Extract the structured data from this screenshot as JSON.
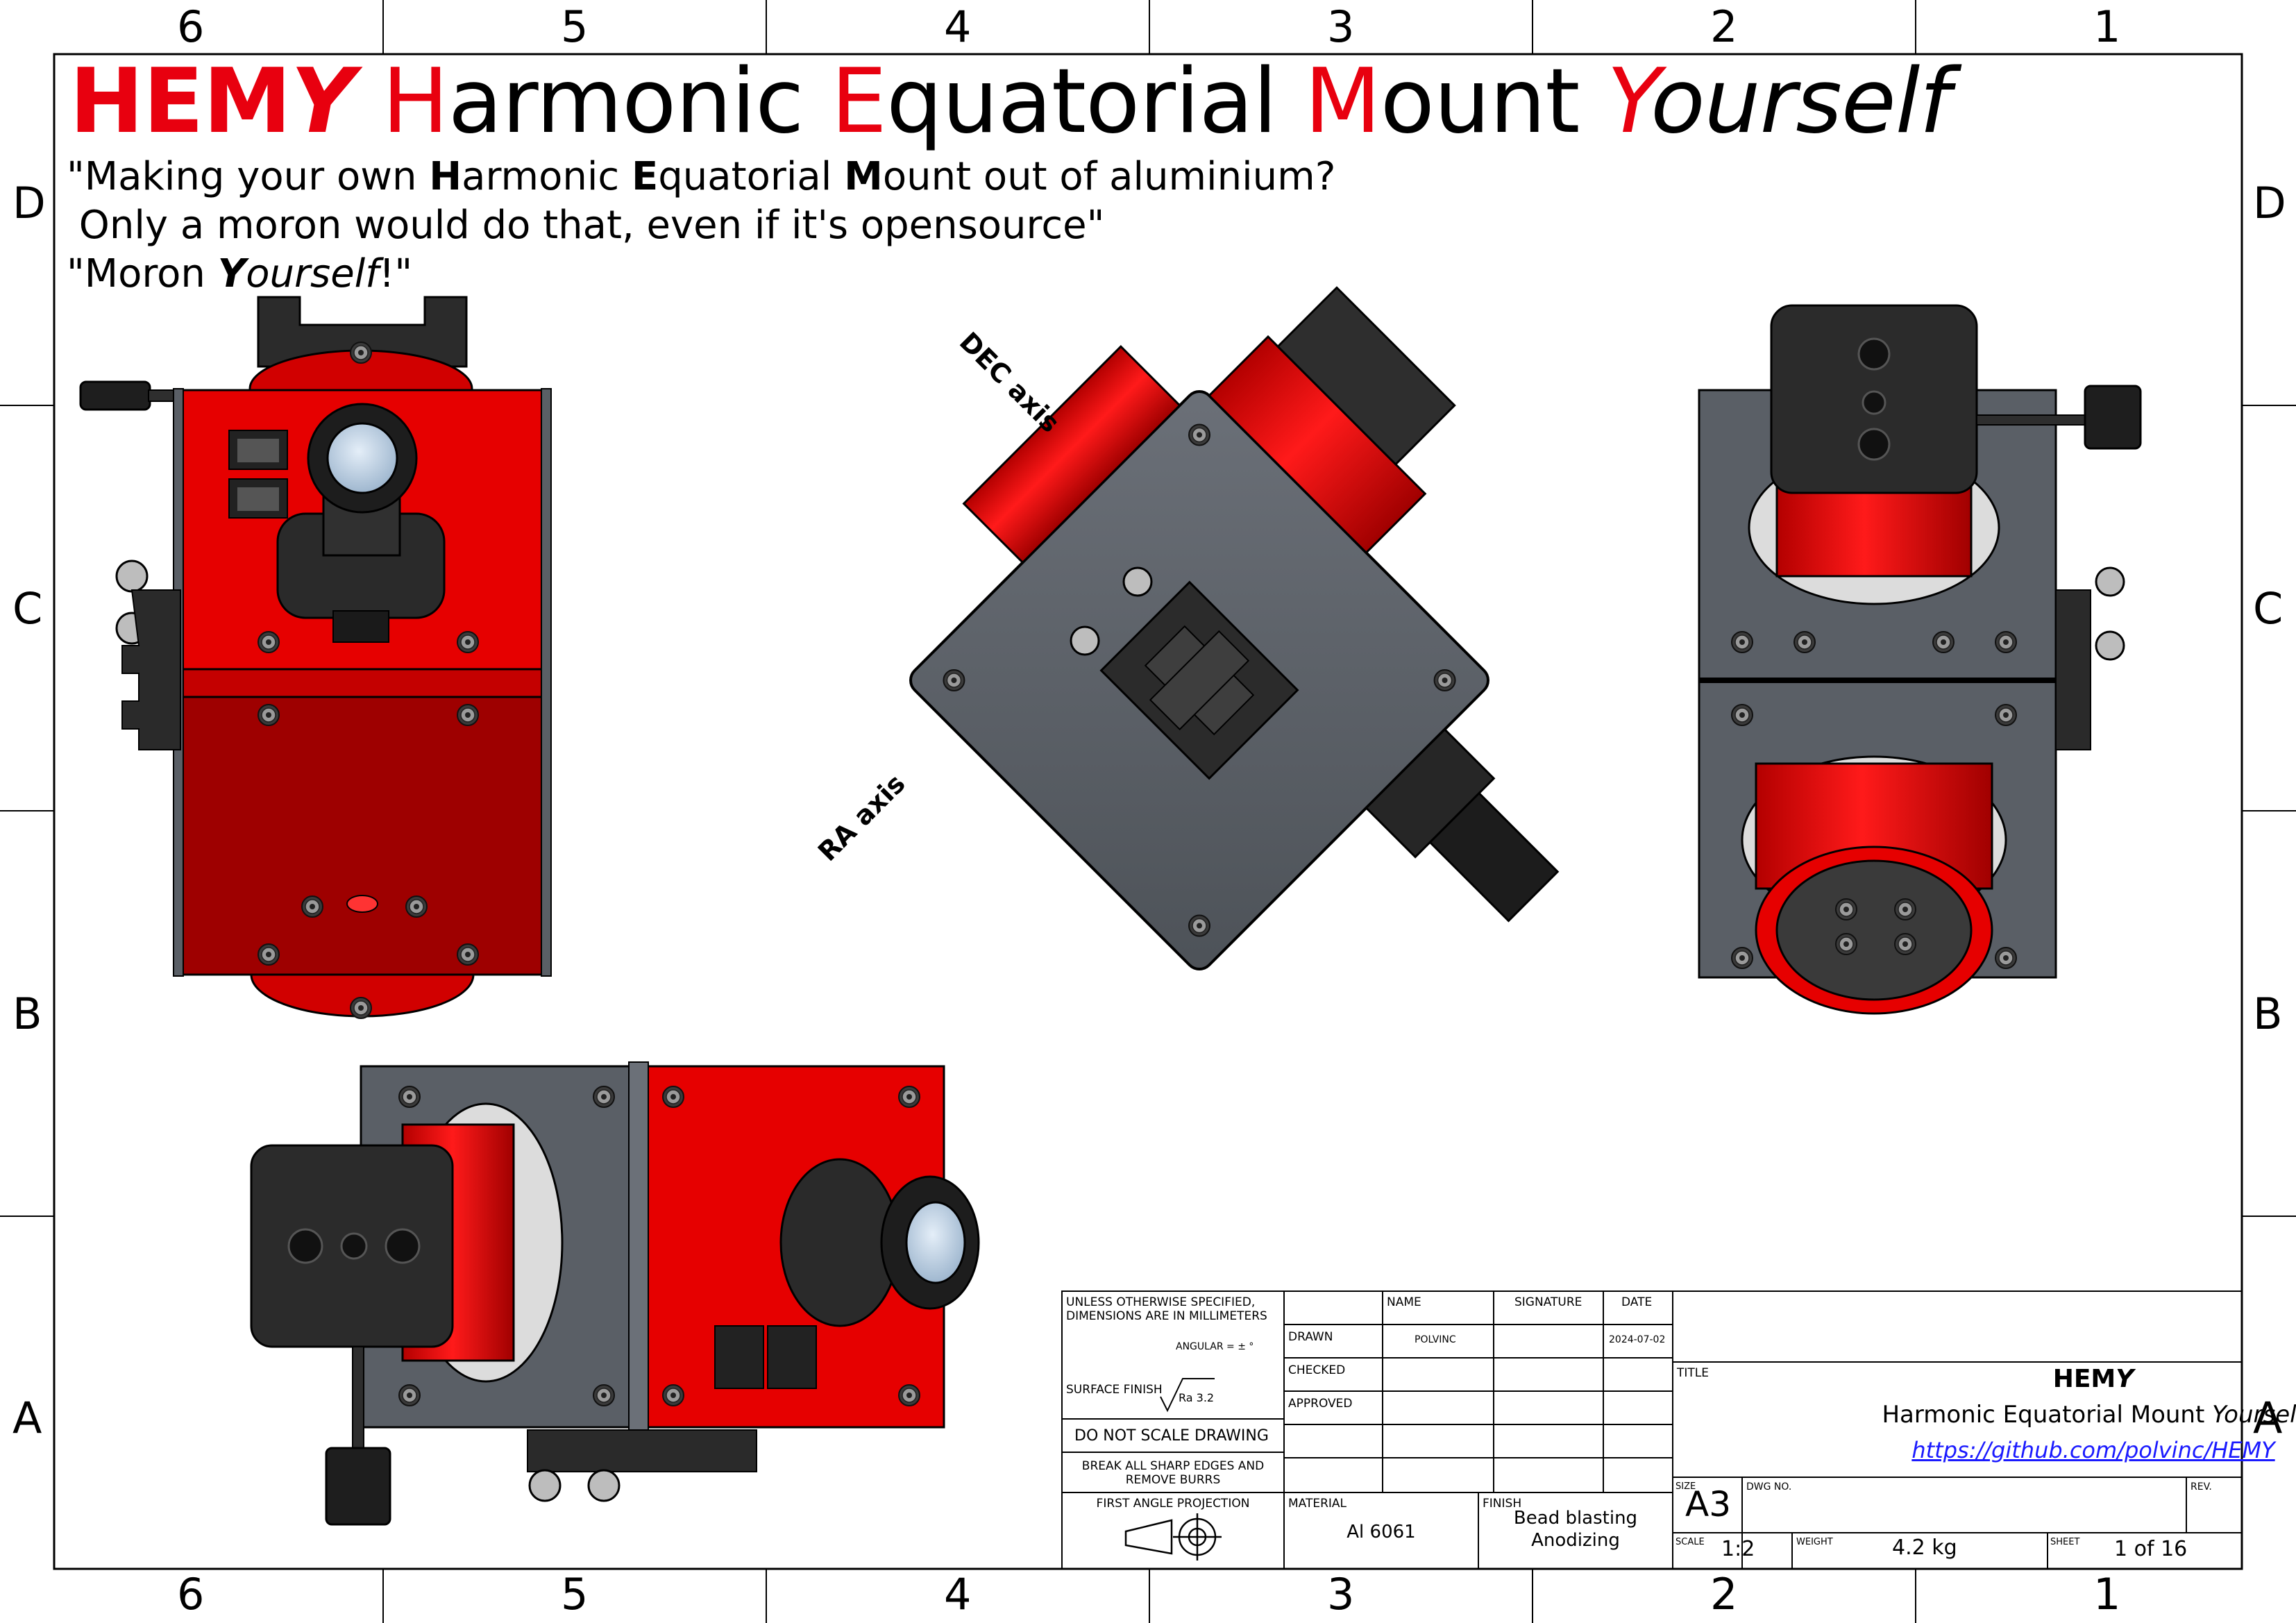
{
  "header": {
    "short_name": "HEM",
    "short_name_y": "Y",
    "full_name": {
      "h": "H",
      "armonic": "armonic ",
      "e": "E",
      "quatorial": "quatorial ",
      "m": "M",
      "ount": "ount ",
      "y": "Y",
      "ourself": "ourself"
    },
    "quote_line1": {
      "pre": "\"Making your own ",
      "h": "H",
      "armonic": "armonic ",
      "e": "E",
      "quatorial": "quatorial ",
      "m": "M",
      "post": "ount out of aluminium?"
    },
    "quote_line2": " Only a moron would do that, even if it's opensource\"",
    "quote_line3": {
      "pre": "\"Moron ",
      "y": "Y",
      "ourself": "ourself",
      "post": "!\""
    }
  },
  "border_zones": {
    "columns": [
      "6",
      "5",
      "4",
      "3",
      "2",
      "1"
    ],
    "rows": [
      "D",
      "C",
      "B",
      "A"
    ]
  },
  "axis_labels": {
    "dec": "DEC axis",
    "ra": "RA axis"
  },
  "title_block": {
    "general_note": [
      "UNLESS OTHERWISE SPECIFIED,",
      "DIMENSIONS ARE IN MILLIMETERS"
    ],
    "angular": "ANGULAR = ± °",
    "surface_finish": "SURFACE FINISH",
    "surface_value": "Ra 3.2",
    "do_not_scale": "DO NOT SCALE DRAWING",
    "break_edges": [
      "BREAK ALL SHARP EDGES AND",
      "REMOVE BURRS"
    ],
    "projection": "FIRST ANGLE PROJECTION",
    "col_name": "NAME",
    "col_signature": "SIGNATURE",
    "col_date": "DATE",
    "row_drawn": "DRAWN",
    "row_checked": "CHECKED",
    "row_approved": "APPROVED",
    "drawn_name": "POLVINC",
    "drawn_date": "2024-07-02",
    "material_label": "MATERIAL",
    "material_value": "Al 6061",
    "finish_label": "FINISH",
    "finish_value": [
      "Bead blasting",
      "Anodizing"
    ],
    "title_label": "TITLE",
    "title_name": "HEM",
    "title_name_y": "Y",
    "title_desc": "Harmonic Equatorial Mount ",
    "title_desc_y": "Yourself",
    "title_url": "https://github.com/polvinc/HEMY",
    "size_label": "SIZE",
    "size_value": "A3",
    "dwg_no_label": "DWG NO.",
    "rev_label": "REV.",
    "scale_label": "SCALE",
    "scale_value": "1:2",
    "weight_label": "WEIGHT",
    "weight_value": "4.2 kg",
    "sheet_label": "SHEET",
    "sheet_value": "1 of 16"
  },
  "colors": {
    "anodized_red": "#e60000",
    "dark_red": "#9e0000",
    "housing_grey": "#5a5f66",
    "black_part": "#222222",
    "lens_blue": "#c7d9ea",
    "brand_red": "#e8000f"
  }
}
